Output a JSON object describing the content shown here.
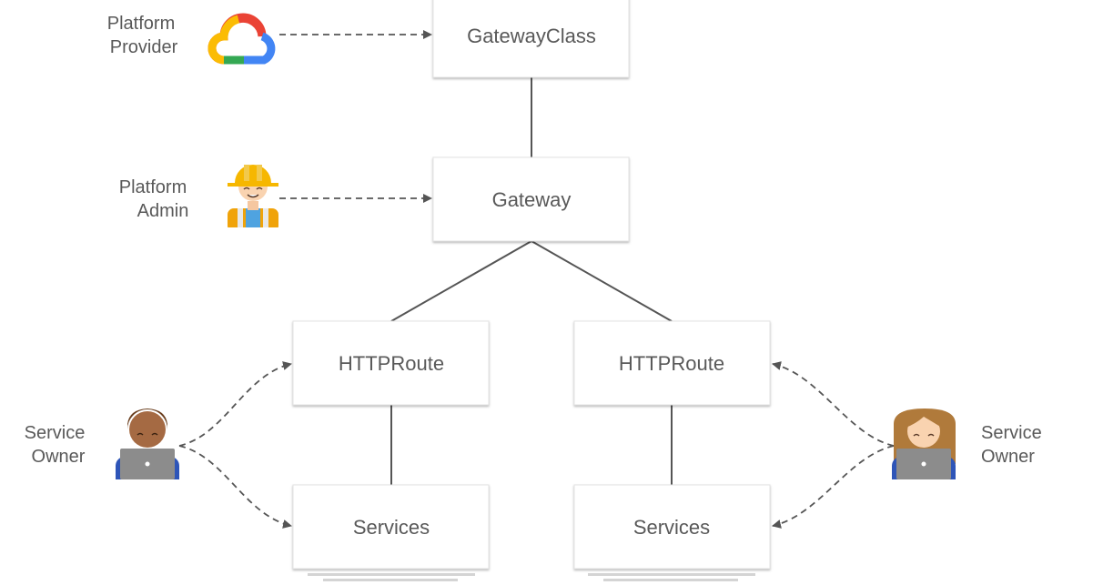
{
  "nodes": {
    "gateway_class": "GatewayClass",
    "gateway": "Gateway",
    "httproute_left": "HTTPRoute",
    "httproute_right": "HTTPRoute",
    "services_left": "Services",
    "services_right": "Services"
  },
  "roles": {
    "platform_provider": {
      "line1": "Platform",
      "line2": "Provider",
      "icon": "google-cloud-icon"
    },
    "platform_admin": {
      "line1": "Platform",
      "line2": "Admin",
      "icon": "construction-worker-icon"
    },
    "service_owner_left": {
      "line1": "Service",
      "line2": "Owner",
      "icon": "developer-laptop-icon"
    },
    "service_owner_right": {
      "line1": "Service",
      "line2": "Owner",
      "icon": "developer-laptop-icon"
    }
  },
  "colors": {
    "text": "#595959",
    "edge": "#555555",
    "box_border": "#e0e0e0",
    "google_red": "#ea4335",
    "google_yellow": "#fbbc04",
    "google_green": "#34a853",
    "google_blue": "#4285f4"
  }
}
